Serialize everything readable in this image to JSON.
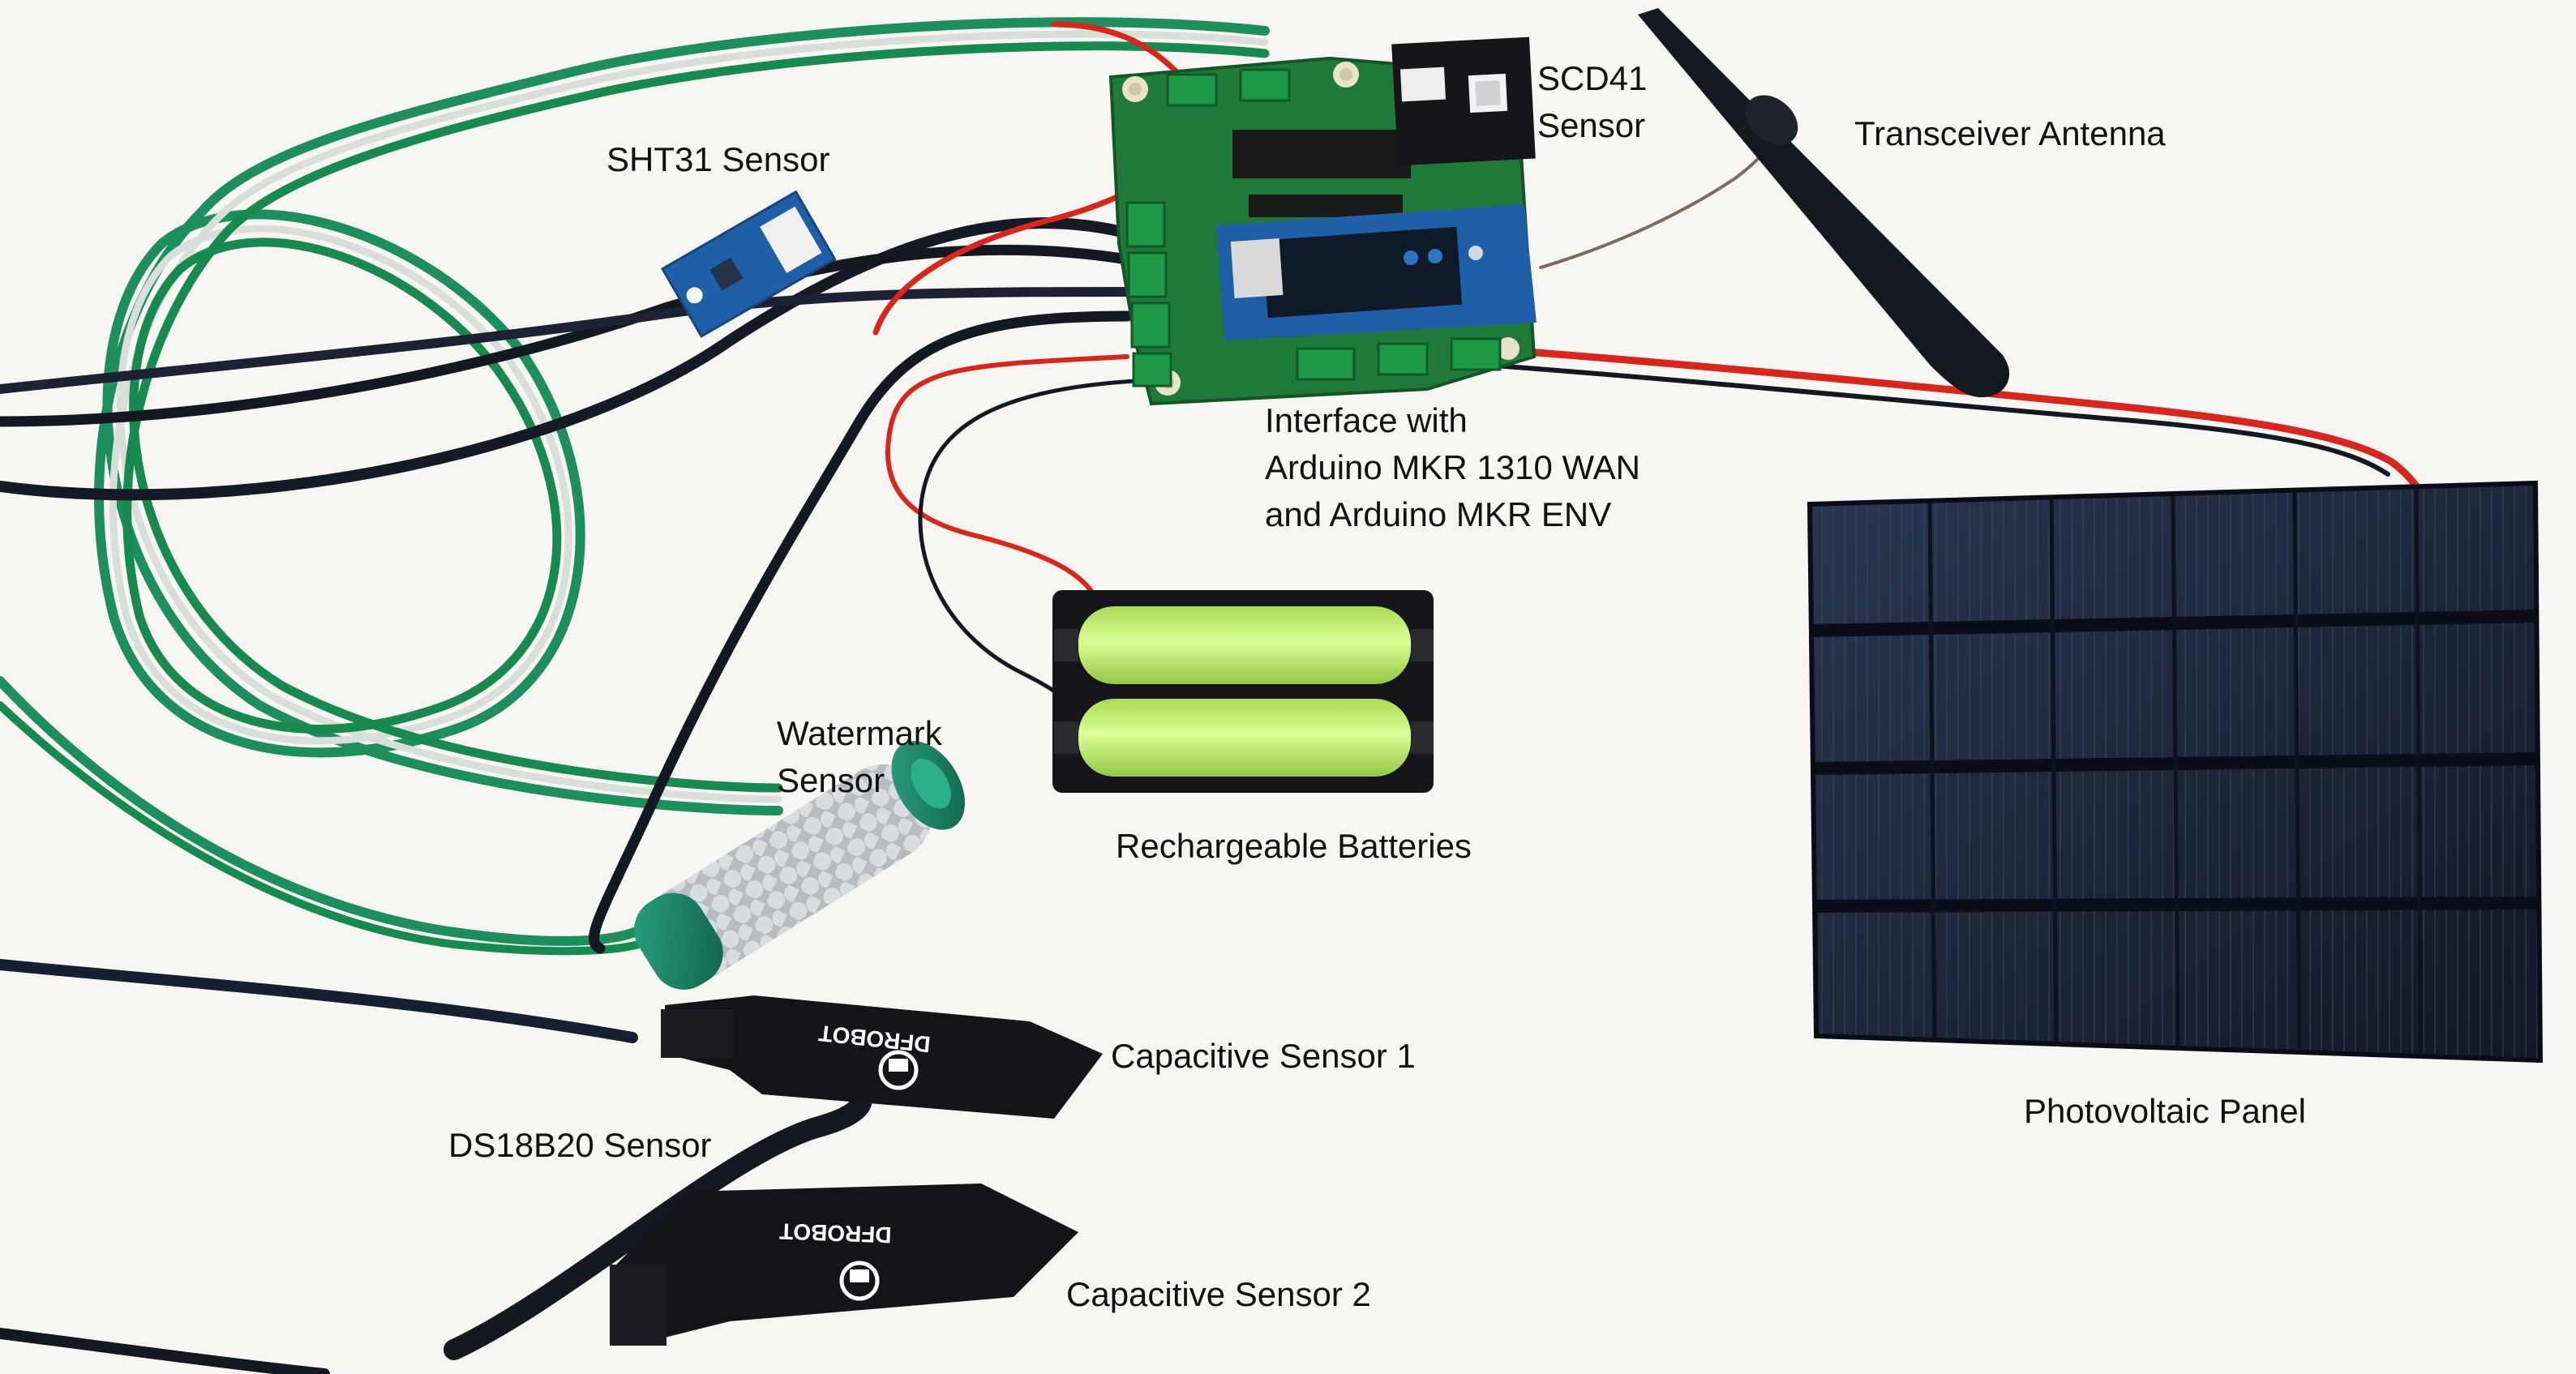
{
  "labels": {
    "sht31": "SHT31 Sensor",
    "scd41_line1": "SCD41",
    "scd41_line2": "Sensor",
    "antenna": "Transceiver Antenna",
    "interface_line1": "Interface with",
    "interface_line2": "Arduino MKR 1310 WAN",
    "interface_line3": "and Arduino MKR ENV",
    "batteries": "Rechargeable Batteries",
    "watermark_line1": "Watermark",
    "watermark_line2": "Sensor",
    "capacitive1": "Capacitive Sensor 1",
    "ds18b20": "DS18B20 Sensor",
    "capacitive2": "Capacitive Sensor 2",
    "photovoltaic": "Photovoltaic Panel"
  },
  "probe_brand": "DFROBOT",
  "colors": {
    "background": "#f7f6f2",
    "pcb": "#1f7a3a",
    "blue_board": "#1e5fa8",
    "wire_red": "#d8261b",
    "wire_black": "#141820",
    "wire_green": "#1d8f5c",
    "battery": "#c6f27a",
    "solar": "#1b2233",
    "watermark_cap": "#1d8a6a"
  }
}
